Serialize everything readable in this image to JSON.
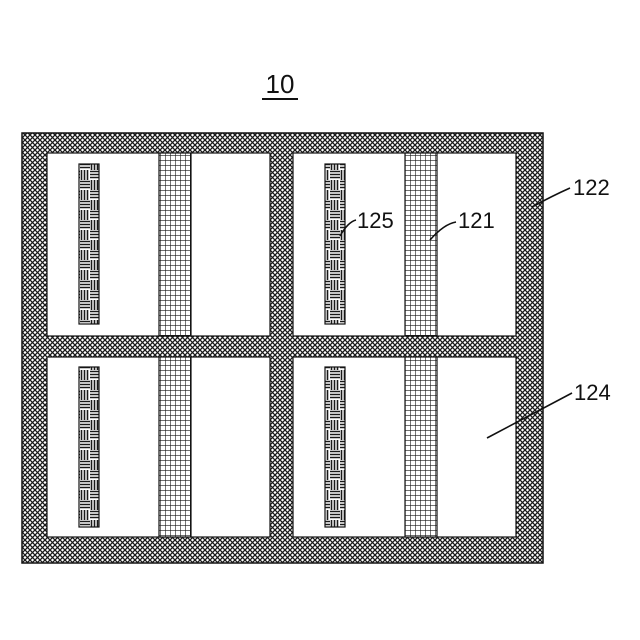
{
  "figure": {
    "title": "10",
    "labels": {
      "frame": "122",
      "stripe": "121",
      "comb": "125",
      "cell": "124"
    }
  }
}
